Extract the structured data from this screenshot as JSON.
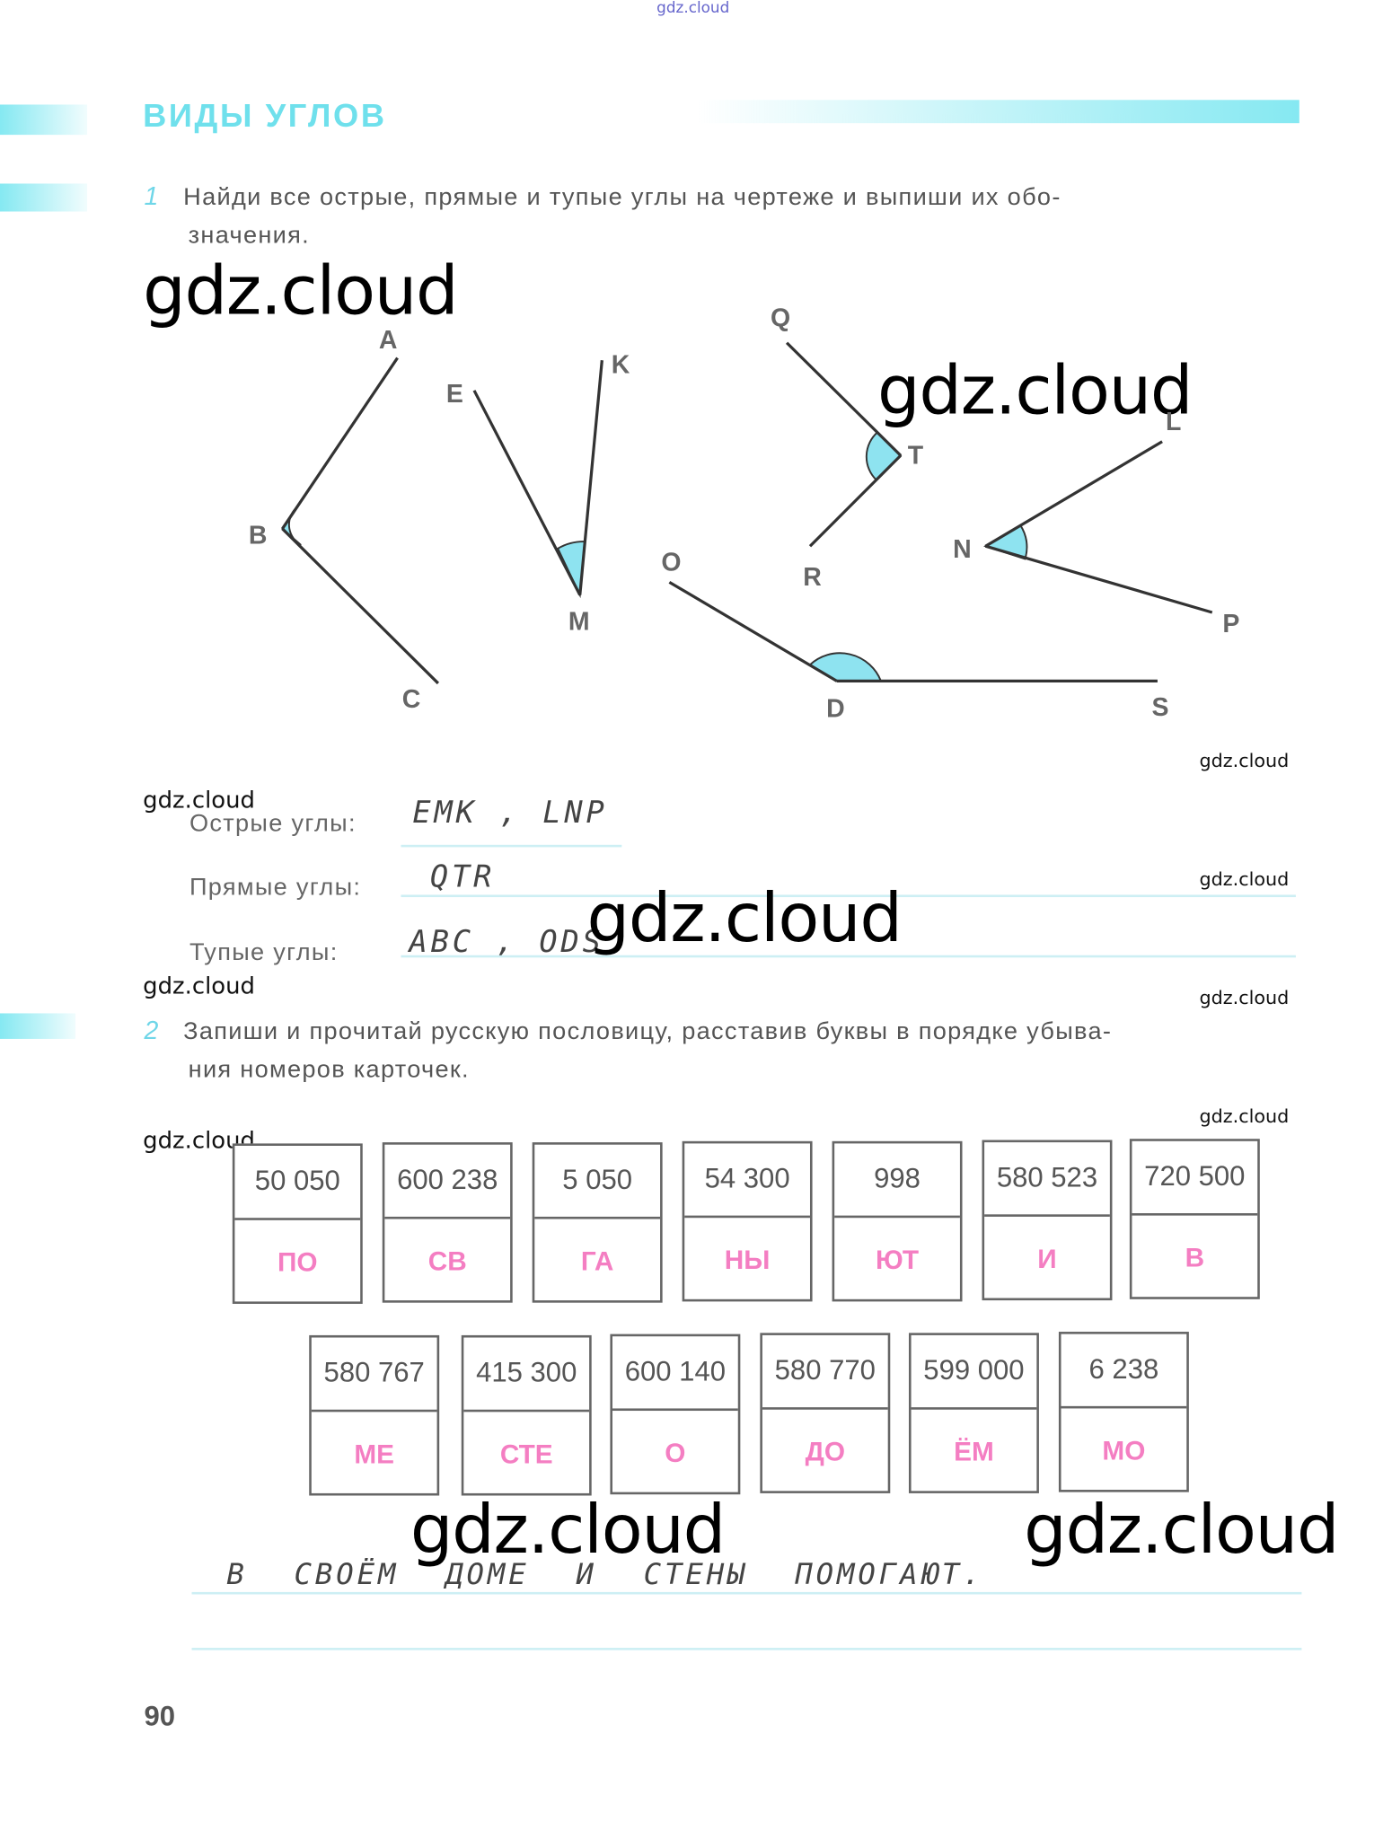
{
  "watermarks": {
    "top": "gdz.cloud",
    "big": "gdz.cloud",
    "small": "gdz.cloud"
  },
  "title": "ВИДЫ УГЛОВ",
  "task1": {
    "number": "1",
    "line1": "Найди все острые, прямые и тупые углы на чертеже и выпиши их обо-",
    "line2": "значения."
  },
  "points": {
    "A": "A",
    "B": "B",
    "C": "C",
    "E": "E",
    "K": "K",
    "M": "M",
    "Q": "Q",
    "T": "T",
    "R": "R",
    "L": "L",
    "N": "N",
    "P": "P",
    "O": "O",
    "D": "D",
    "S": "S"
  },
  "answers": [
    {
      "label": "Острые углы:",
      "value": "EMK , LNP"
    },
    {
      "label": "Прямые углы:",
      "value": "QTR"
    },
    {
      "label": "Тупые углы:",
      "value": "ABC , ODS"
    }
  ],
  "task2": {
    "number": "2",
    "line1": "Запиши и прочитай русскую пословицу, расставив буквы в порядке убыва-",
    "line2": "ния номеров карточек."
  },
  "cards_row1": [
    {
      "num": "50 050",
      "syl": "ПО"
    },
    {
      "num": "600 238",
      "syl": "СВ"
    },
    {
      "num": "5 050",
      "syl": "ГА"
    },
    {
      "num": "54 300",
      "syl": "НЫ"
    },
    {
      "num": "998",
      "syl": "ЮТ"
    },
    {
      "num": "580 523",
      "syl": "И"
    },
    {
      "num": "720 500",
      "syl": "В"
    }
  ],
  "cards_row2": [
    {
      "num": "580 767",
      "syl": "МЕ"
    },
    {
      "num": "415 300",
      "syl": "СТЕ"
    },
    {
      "num": "600 140",
      "syl": "О"
    },
    {
      "num": "580 770",
      "syl": "ДО"
    },
    {
      "num": "599 000",
      "syl": "ЁМ"
    },
    {
      "num": "6 238",
      "syl": "МО"
    }
  ],
  "proverb": "В СВОЁМ ДОМЕ И СТЕНЫ ПОМОГАЮТ.",
  "page_number": "90",
  "colors": {
    "accent": "#6fe0ec",
    "syllable": "#f47ec2",
    "arc": "#8ee3f0"
  }
}
